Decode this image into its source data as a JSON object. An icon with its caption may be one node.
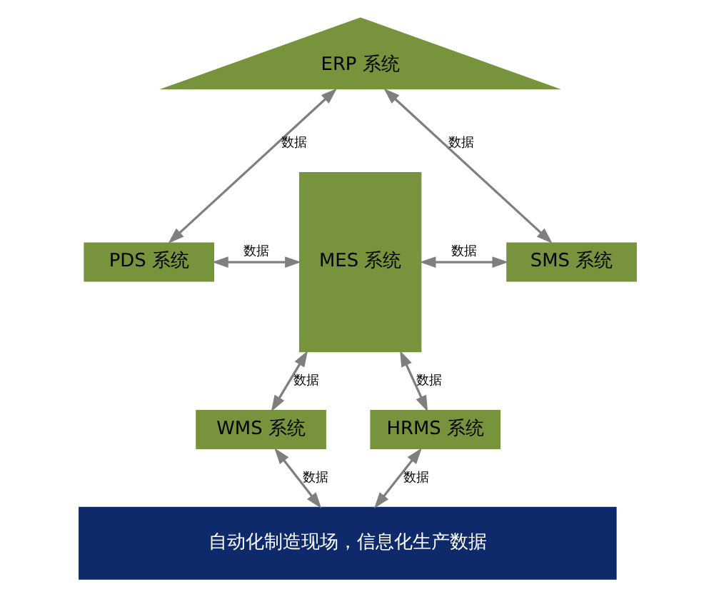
{
  "diagram": {
    "nodes": [
      {
        "text": [
          "ERP 系统"
        ]
      },
      {
        "text": [
          "PDS 系统"
        ]
      },
      {
        "text": [
          "WMS 系统"
        ]
      },
      {
        "text": [
          "MES 系统"
        ]
      },
      {
        "text": [
          "SMS 系统"
        ]
      },
      {
        "text": [
          "HRMS 系统"
        ]
      },
      {
        "text": [
          "自动化制造现场，信息化生产数据"
        ]
      }
    ],
    "edges": [
      {
        "from": 0,
        "to": 1,
        "arrow": "both",
        "label": "数据"
      },
      {
        "from": 0,
        "to": 4,
        "arrow": "both",
        "label": "数据"
      },
      {
        "from": 1,
        "to": 3,
        "arrow": "both",
        "label": "数据"
      },
      {
        "from": 2,
        "to": 3,
        "arrow": "both",
        "label": "数据"
      },
      {
        "from": 3,
        "to": 4,
        "arrow": "both",
        "label": "数据"
      },
      {
        "from": 3,
        "to": 5,
        "arrow": "both",
        "label": "数据"
      },
      {
        "from": 2,
        "to": 6,
        "arrow": "both",
        "label": "数据"
      },
      {
        "from": 5,
        "to": 6,
        "arrow": "both",
        "label": "数据"
      }
    ]
  }
}
